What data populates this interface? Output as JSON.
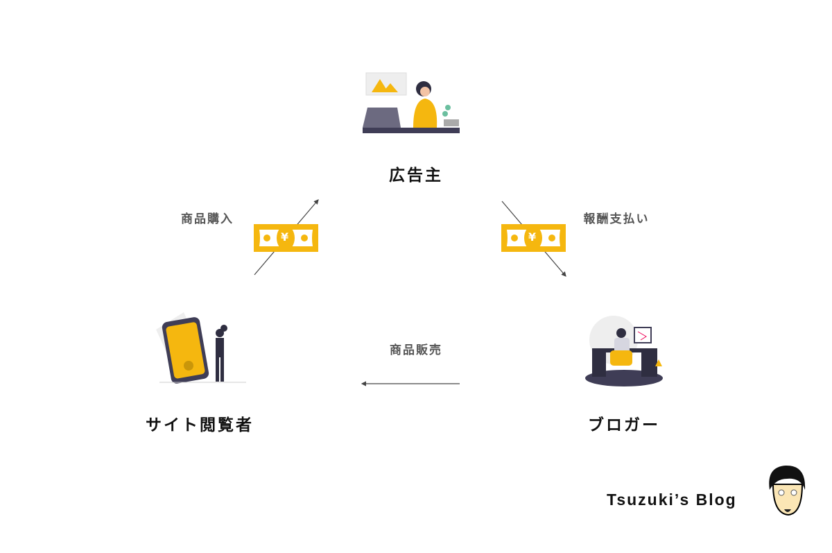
{
  "roles": {
    "advertiser": "広告主",
    "viewer": "サイト閲覧者",
    "blogger": "ブロガー"
  },
  "flows": {
    "purchase": "商品購入",
    "reward": "報酬支払い",
    "sale": "商品販売"
  },
  "currency_symbol": "¥",
  "brand": "Tsuzuki’s Blog",
  "colors": {
    "accent": "#f5b70f",
    "dark": "#3f3d56",
    "arrow": "#444444"
  }
}
